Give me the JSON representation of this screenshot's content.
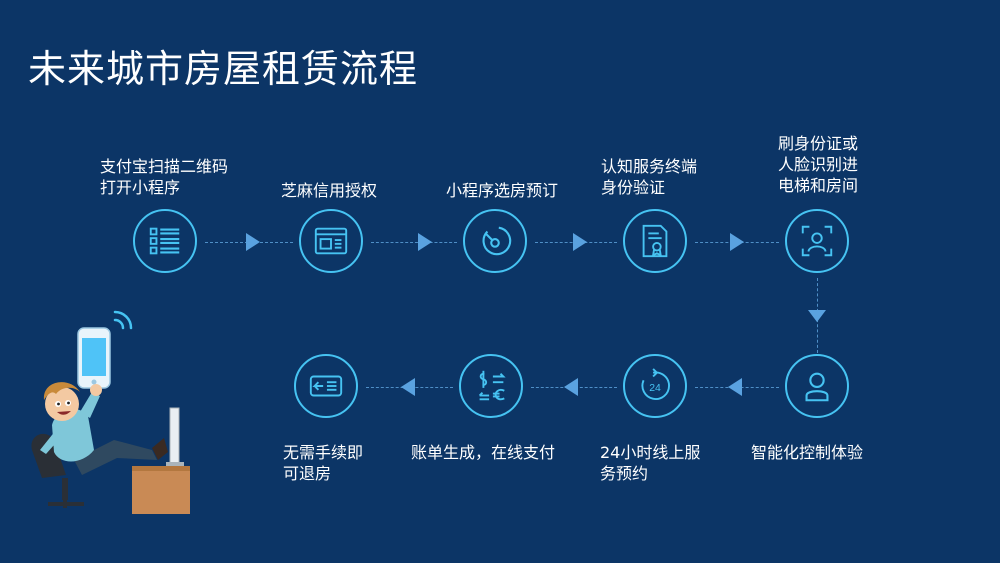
{
  "title": "未来城市房屋租赁流程",
  "steps": [
    {
      "line1": "支付宝扫描二维码",
      "line2": "打开小程序",
      "icon": "qr-list-icon"
    },
    {
      "line1": "芝麻信用授权",
      "icon": "browser-window-icon"
    },
    {
      "line1": "小程序选房预订",
      "icon": "compass-dial-icon"
    },
    {
      "line1": "认知服务终端",
      "line2": "身份验证",
      "icon": "certificate-icon"
    },
    {
      "line1": "刷身份证或",
      "line2": "人脸识别进",
      "line3": "电梯和房间",
      "icon": "face-scan-icon"
    },
    {
      "line1": "智能化控制体验",
      "icon": "user-icon"
    },
    {
      "line1": "24小时线上服",
      "line2": "务预约",
      "icon": "clock-24-icon"
    },
    {
      "line1": "账单生成，在线支付",
      "icon": "currency-exchange-icon"
    },
    {
      "line1": "无需手续即",
      "line2": "可退房",
      "icon": "ticket-return-icon"
    }
  ],
  "clock_text": "24",
  "colors": {
    "background": "#0c3566",
    "accent": "#46c3f2",
    "connector": "#4f8fc7",
    "arrow": "#5aa2e0"
  }
}
